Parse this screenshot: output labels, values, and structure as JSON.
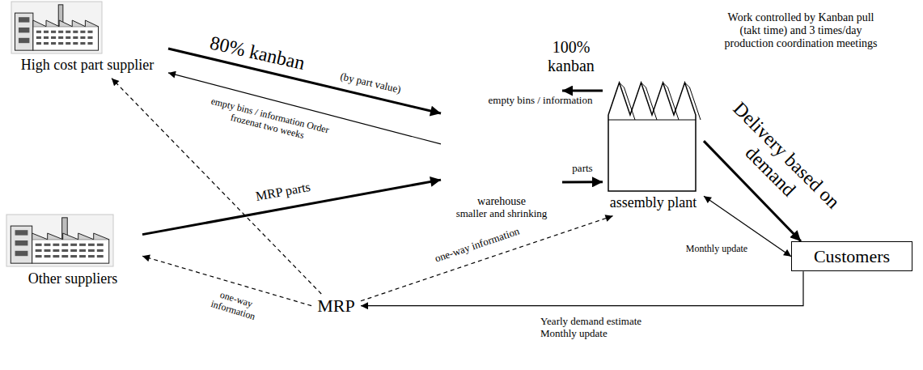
{
  "diagram": {
    "nodes": [
      {
        "text": [
          "High cost part supplier"
        ]
      },
      {
        "text": [
          "Other suppliers"
        ]
      },
      {
        "text": [
          "warehouse",
          "smaller and shrinking"
        ]
      },
      {
        "text": [
          "assembly plant"
        ]
      },
      {
        "text": [
          "Customers"
        ]
      },
      {
        "text": [
          "MRP"
        ]
      }
    ],
    "edges": [
      {
        "from": 0,
        "to": 2,
        "arrow": "to",
        "label": "80% kanban"
      },
      {
        "from": 2,
        "to": 0,
        "arrow": "to",
        "label": "empty bins / information Order frozenat two weeks"
      },
      {
        "from": 1,
        "to": 2,
        "arrow": "to",
        "label": "MRP parts"
      },
      {
        "from": 3,
        "to": 2,
        "arrow": "to",
        "label": "100% kanban"
      },
      {
        "from": 2,
        "to": 3,
        "arrow": "to",
        "label": "parts"
      },
      {
        "from": 3,
        "to": 4,
        "arrow": "to",
        "label": "Delivery based on demand"
      },
      {
        "from": 3,
        "to": 4,
        "arrow": "both",
        "label": "Monthly update"
      },
      {
        "from": 4,
        "to": 5,
        "arrow": "to",
        "label": "Yearly demand estimate Monthly update"
      },
      {
        "from": 5,
        "to": 1,
        "arrow": "to",
        "label": "one-way information"
      },
      {
        "from": 5,
        "to": 0,
        "arrow": "to"
      },
      {
        "from": 5,
        "to": 3,
        "arrow": "to",
        "label": "one-way information"
      }
    ],
    "labels": [
      "(by part value)",
      "empty bins / information",
      "Work controlled by Kanban pull (takt time) and 3 times/day production coordination meetings"
    ]
  }
}
